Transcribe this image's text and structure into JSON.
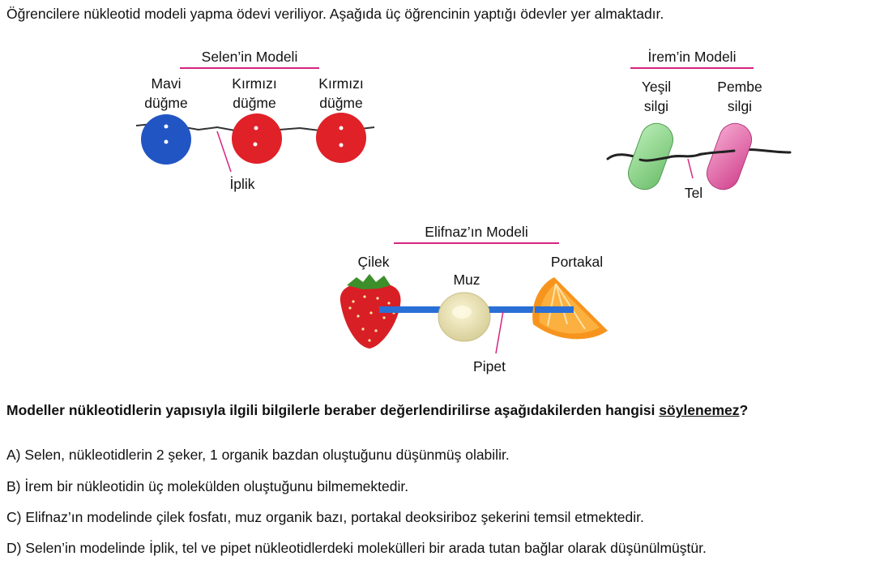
{
  "intro": "Öğrencilere nükleotid modeli yapma ödevi veriliyor. Aşağıda üç öğrencinin yaptığı ödevler yer almaktadır.",
  "selen": {
    "title": "Selen’in Modeli",
    "label1_line1": "Mavi",
    "label1_line2": "düğme",
    "label2_line1": "Kırmızı",
    "label2_line2": "düğme",
    "label3_line1": "Kırmızı",
    "label3_line2": "düğme",
    "thread_label": "İplik",
    "colors": {
      "blue": "#2255c4",
      "red": "#e02128"
    }
  },
  "irem": {
    "title": "İrem’in Modeli",
    "label1_line1": "Yeşil",
    "label1_line2": "silgi",
    "label2_line1": "Pembe",
    "label2_line2": "silgi",
    "wire_label": "Tel",
    "colors": {
      "green": "#8fd68e",
      "pink": "#e45ea6"
    }
  },
  "elifnaz": {
    "title": "Elifnaz’ın Modeli",
    "label1": "Çilek",
    "label2": "Muz",
    "label3": "Portakal",
    "straw_label": "Pipet",
    "colors": {
      "straw": "#2a6fd6",
      "strawberry": "#d81f26",
      "orange": "#f7941d"
    }
  },
  "question": {
    "text_before": "Modeller nükleotidlerin yapısıyla ilgili bilgilerle beraber değerlendirilirse aşağıdakilerden hangisi ",
    "underlined": "söylenemez",
    "text_after": "?"
  },
  "options": [
    {
      "letter": "A)",
      "text": "Selen, nükleotidlerin 2 şeker, 1 organik bazdan oluştuğunu düşünmüş olabilir."
    },
    {
      "letter": "B)",
      "text": "İrem bir nükleotidin üç molekülden oluştuğunu bilmemektedir."
    },
    {
      "letter": "C)",
      "text": "Elifnaz’ın modelinde çilek fosfatı, muz organik bazı, portakal deoksiriboz şekerini temsil etmektedir."
    },
    {
      "letter": "D)",
      "text": "Selen’in modelinde İplik, tel ve pipet nükleotidlerdeki molekülleri bir arada tutan bağlar olarak düşünülmüştür."
    }
  ]
}
